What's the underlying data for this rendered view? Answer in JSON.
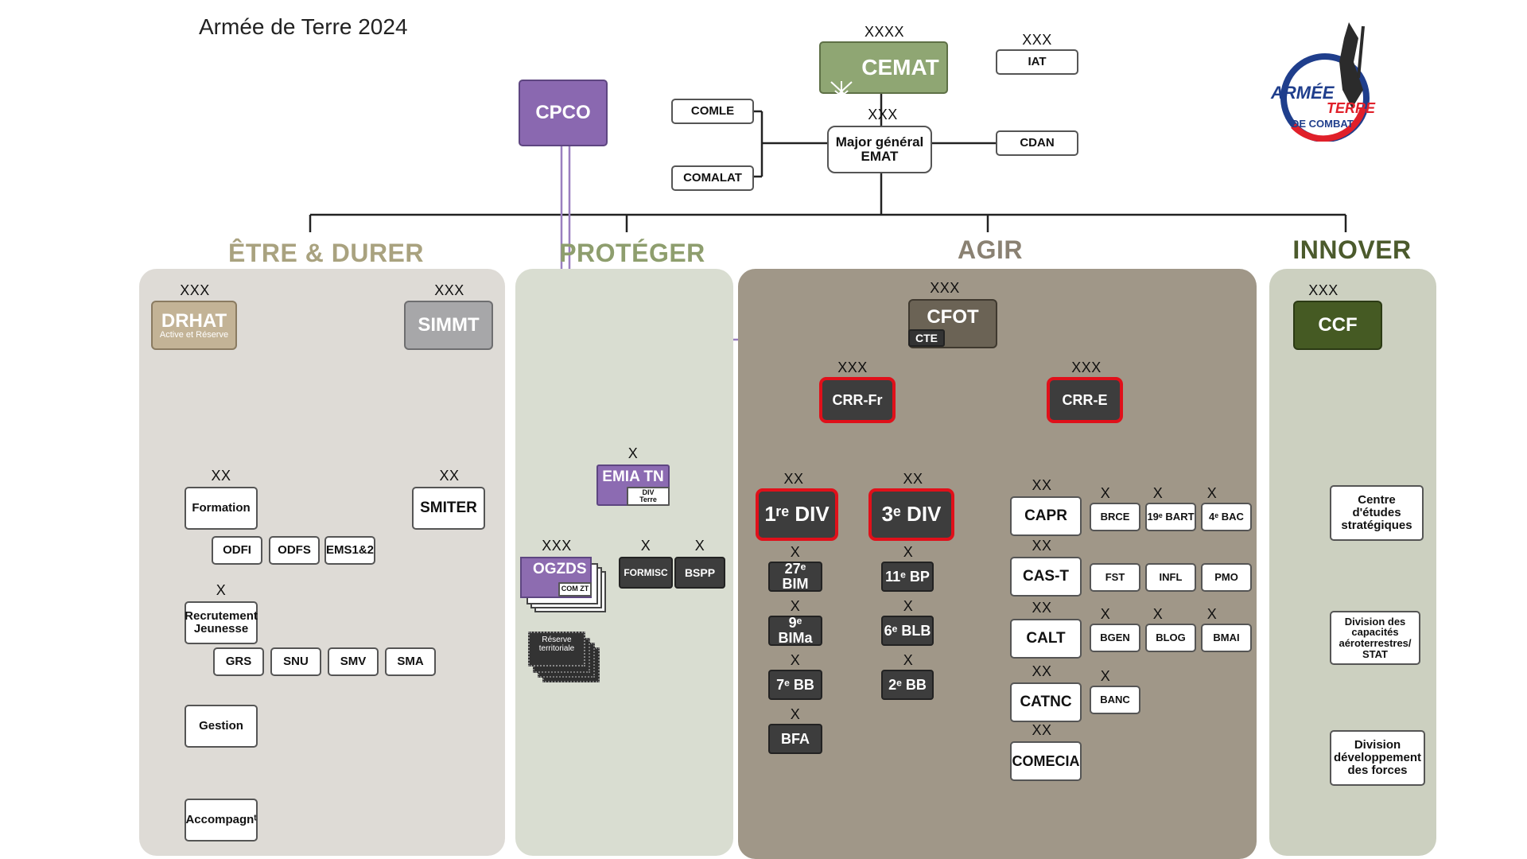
{
  "page_title": "Armée de Terre 2024",
  "colors": {
    "etre_panel": "#dedbd6",
    "proteger_panel": "#d9ddd1",
    "agir_panel": "#a09788",
    "innover_panel": "#ccd0c0",
    "etre_title": "#a9a27f",
    "proteger_title": "#8e9e6e",
    "agir_title": "#8a8172",
    "innover_title": "#4b5a2c",
    "cemat": "#8fa673",
    "cpco": "#8a68b0",
    "drhat": "#c3b396",
    "simmt": "#a7a7a9",
    "cfot": "#6b6355",
    "ccf": "#455a23",
    "emia": "#8c6bb2",
    "ogzds": "#8d6cb0",
    "red_border": "#e0101a"
  },
  "sections": {
    "etre": "ÊTRE & DURER",
    "proteger": "PROTÉGER",
    "agir": "AGIR",
    "innover": "INNOVER"
  },
  "top": {
    "cemat_echelon": "XXXX",
    "cemat": "CEMAT",
    "iat_echelon": "XXX",
    "iat": "IAT",
    "cpco": "CPCO",
    "comle": "COMLE",
    "comalat": "COMALAT",
    "mg_echelon": "XXX",
    "major_general": "Major général\nEMAT",
    "cdan": "CDAN"
  },
  "etre": {
    "drhat_echelon": "XXX",
    "drhat": "DRHAT",
    "drhat_sub": "Active et Réserve",
    "simmt_echelon": "XXX",
    "simmt": "SIMMT",
    "smiter_echelon": "XX",
    "smiter": "SMITER",
    "formation_echelon": "XX",
    "formation": "Formation",
    "formation_subs": [
      "ODFI",
      "ODFS",
      "EMS1&2"
    ],
    "recrutement_echelon": "X",
    "recrutement": "Recrutement\nJeunesse",
    "recrutement_subs": [
      "GRS",
      "SNU",
      "SMV",
      "SMA"
    ],
    "gestion": "Gestion",
    "accompagnement": "Accompagnᵗ"
  },
  "proteger": {
    "emia_echelon": "X",
    "emia": "EMIA TN",
    "emia_sub": "DIV\nTerre",
    "ogzds_echelon": "XXX",
    "ogzds": "OGZDS",
    "ogzds_sub": "COM ZT",
    "formisc_echelon": "X",
    "formisc": "FORMISC",
    "bspp_echelon": "X",
    "bspp": "BSPP",
    "reserve": "Réserve\nterritoriale"
  },
  "agir": {
    "cfot_echelon": "XXX",
    "cfot": "CFOT",
    "cte": "CTE",
    "crrfr_echelon": "XXX",
    "crrfr": "CRR-Fr",
    "crre_echelon": "XXX",
    "crre": "CRR-E",
    "div1_echelon": "XX",
    "div1": "1ʳᵉ DIV",
    "div1_brigades": [
      "27ᵉ BIM",
      "9ᵉ BIMa",
      "7ᵉ BB",
      "BFA"
    ],
    "div3_echelon": "XX",
    "div3": "3ᵉ DIV",
    "div3_brigades": [
      "11ᵉ BP",
      "6ᵉ BLB",
      "2ᵉ BB"
    ],
    "brigade_echelon": "X",
    "commands": [
      {
        "echelon": "XX",
        "label": "CAPR",
        "subs": [
          "BRCE",
          "19ᵉ BART",
          "4ᵉ BAC"
        ]
      },
      {
        "echelon": "XX",
        "label": "CAS-T",
        "subs": [
          "FST",
          "INFL",
          "PMO"
        ]
      },
      {
        "echelon": "XX",
        "label": "CALT",
        "subs": [
          "BGEN",
          "BLOG",
          "BMAI"
        ]
      },
      {
        "echelon": "XX",
        "label": "CATNC",
        "subs": [
          "BANC"
        ]
      },
      {
        "echelon": "XX",
        "label": "COMECIA",
        "subs": []
      }
    ]
  },
  "innover": {
    "ccf_echelon": "XXX",
    "ccf": "CCF",
    "items": [
      "Centre\nd'études\nstratégiques",
      "Division des\ncapacités\naéroterrestres/\nSTAT",
      "Division\ndéveloppement\ndes forces"
    ]
  },
  "logo": {
    "line1": "ARMÉE",
    "line2": "TERRE",
    "line3": "DE COMBAT"
  }
}
